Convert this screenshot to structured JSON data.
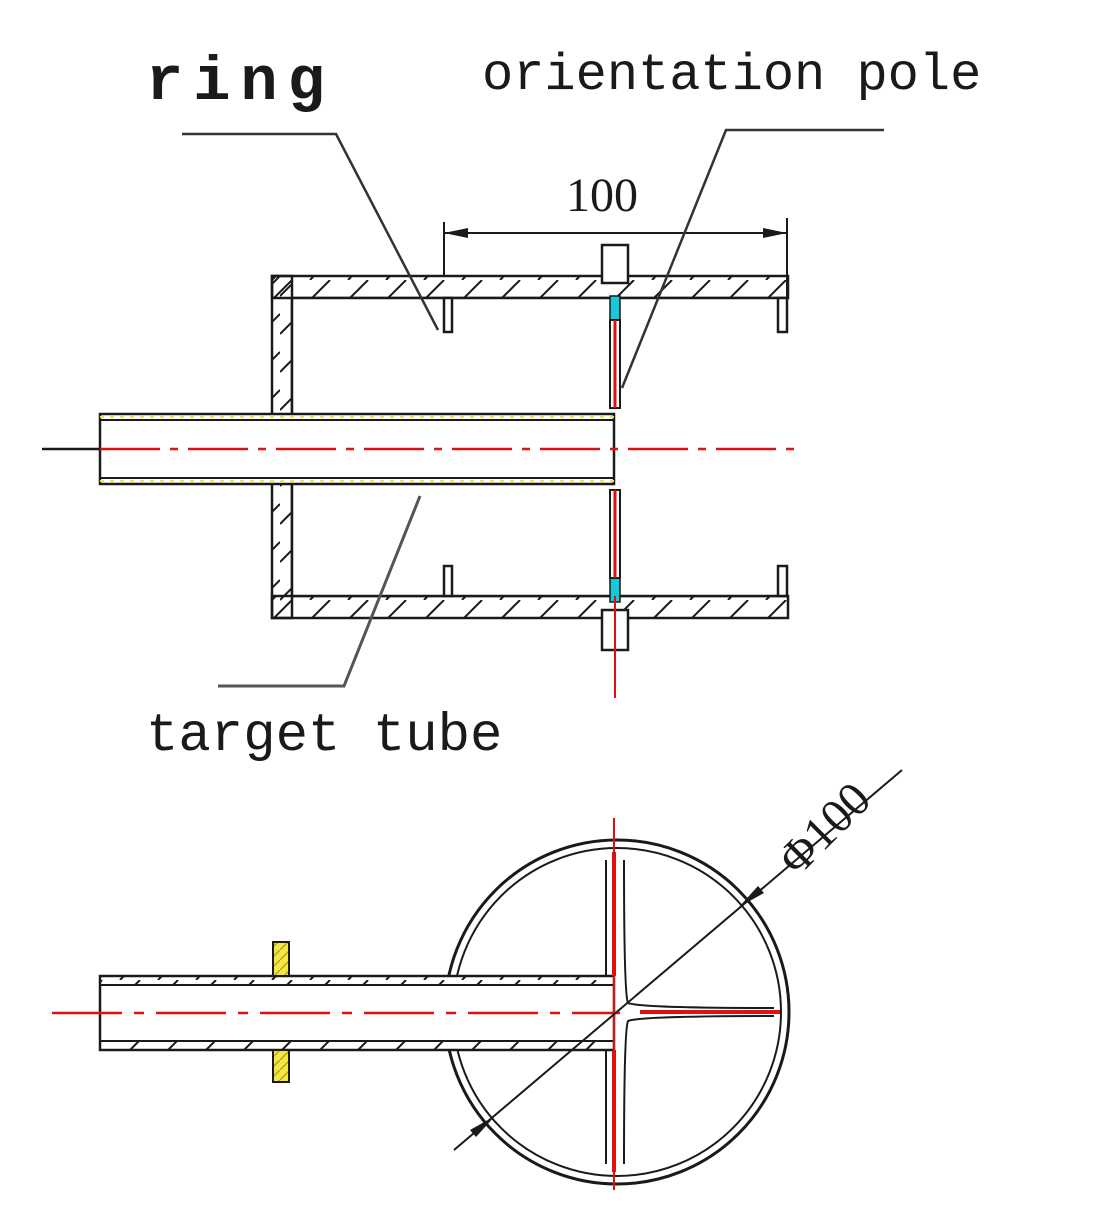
{
  "labels": {
    "ring": "ring",
    "orientation_pole": "orientation pole",
    "target_tube": "target tube",
    "length_dimension": "100",
    "diameter_dimension": "Φ100"
  },
  "colors": {
    "outline": "#1a1a1a",
    "centerline": "#e01010",
    "highlight_yellow": "#f2e64a",
    "highlight_cyan": "#19c8d8",
    "leader": "#333333"
  }
}
